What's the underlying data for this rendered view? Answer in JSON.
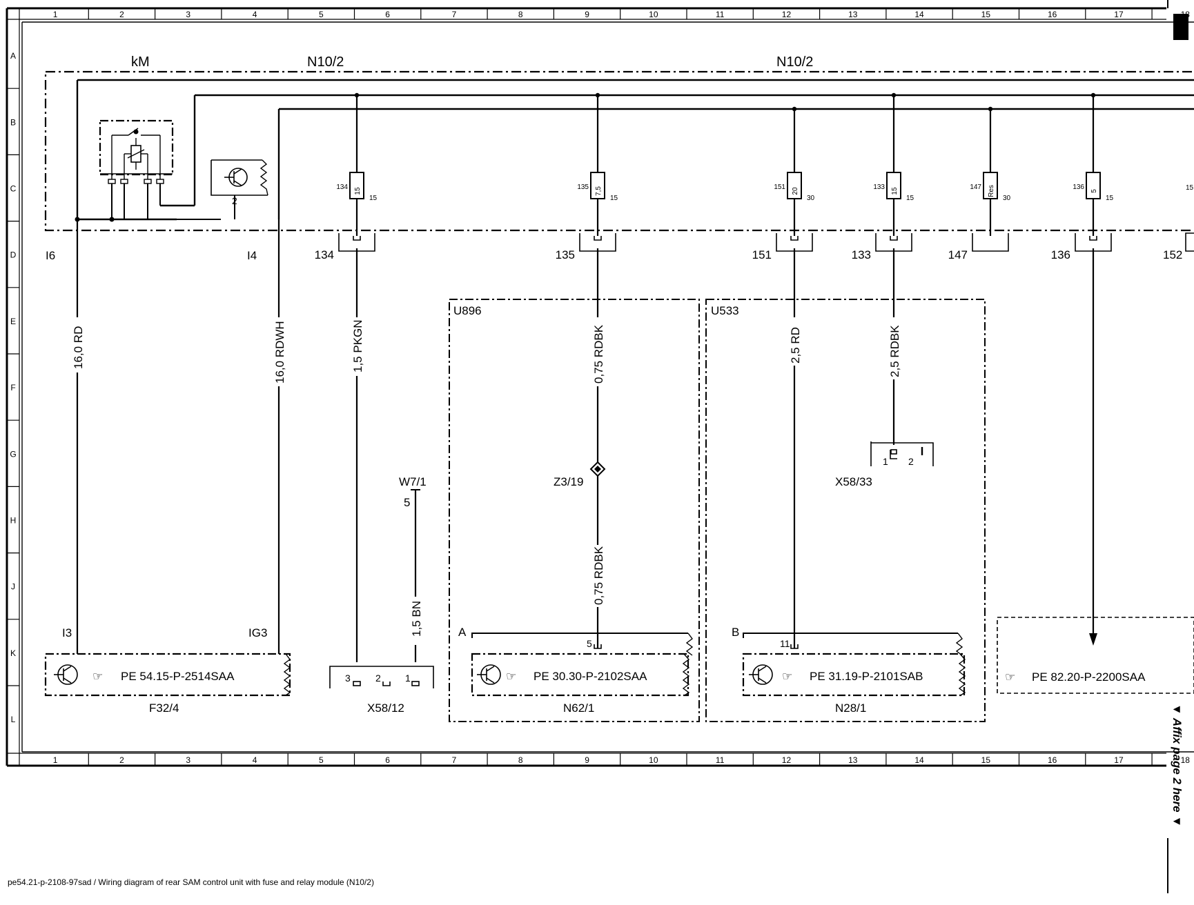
{
  "grid": {
    "columns": [
      "1",
      "2",
      "3",
      "4",
      "5",
      "6",
      "7",
      "8",
      "9",
      "10",
      "11",
      "12",
      "13",
      "14",
      "15",
      "16",
      "17",
      "18"
    ],
    "rows": [
      "A",
      "B",
      "C",
      "D",
      "E",
      "F",
      "G",
      "H",
      "J",
      "K",
      "L"
    ]
  },
  "header_labels": {
    "relay": "kM",
    "module_left": "N10/2",
    "module_right": "N10/2"
  },
  "terminals": {
    "i6": "I6",
    "i4": "I4",
    "i3": "I3",
    "ig3": "IG3"
  },
  "internal_pins": {
    "transistor_pin": "2"
  },
  "fuses": [
    {
      "number": "134",
      "rating": "15",
      "term": "15",
      "conn": "134"
    },
    {
      "number": "135",
      "rating": "7,5",
      "term": "15",
      "conn": "135"
    },
    {
      "number": "151",
      "rating": "20",
      "term": "30",
      "conn": "151"
    },
    {
      "number": "133",
      "rating": "15",
      "term": "15",
      "conn": "133"
    },
    {
      "number": "147",
      "rating": "Res",
      "term": "30",
      "conn": "147"
    },
    {
      "number": "136",
      "rating": "5",
      "term": "15",
      "conn": "136"
    }
  ],
  "partial_fuse": {
    "term": "15",
    "conn": "152"
  },
  "wires": {
    "w1": "16,0 RD",
    "w2": "16,0 RDWH",
    "w3": "1,5 PKGN",
    "w4": "0,75 RDBK",
    "w5": "0,75 RDBK",
    "w6": "2,5 RD",
    "w7": "2,5 RDBK",
    "w8": "1,5 BN"
  },
  "components": {
    "u896": "U896",
    "u533": "U533",
    "z319": "Z3/19",
    "w71": "W7/1",
    "w71_pin": "5",
    "x5833": "X58/33",
    "x5833_pin1": "1",
    "x5833_pin2": "2",
    "x5812": "X58/12",
    "x5812_pin3": "3",
    "x5812_pin2": "2",
    "x5812_pin1": "1",
    "f324": "F32/4",
    "n621": "N62/1",
    "n281": "N28/1",
    "conn_a": "A",
    "conn_b": "B",
    "n62_pin": "5",
    "n28_pin": "11"
  },
  "references": {
    "ref1": "PE 54.15-P-2514SAA",
    "ref2": "PE 30.30-P-2102SAA",
    "ref3": "PE 31.19-P-2101SAB",
    "ref4": "PE 82.20-P-2200SAA"
  },
  "side_note": "▼ Affix page 2 here ▼",
  "footer": "pe54.21-p-2108-97sad / Wiring diagram of rear SAM control unit with fuse and relay module (N10/2)"
}
